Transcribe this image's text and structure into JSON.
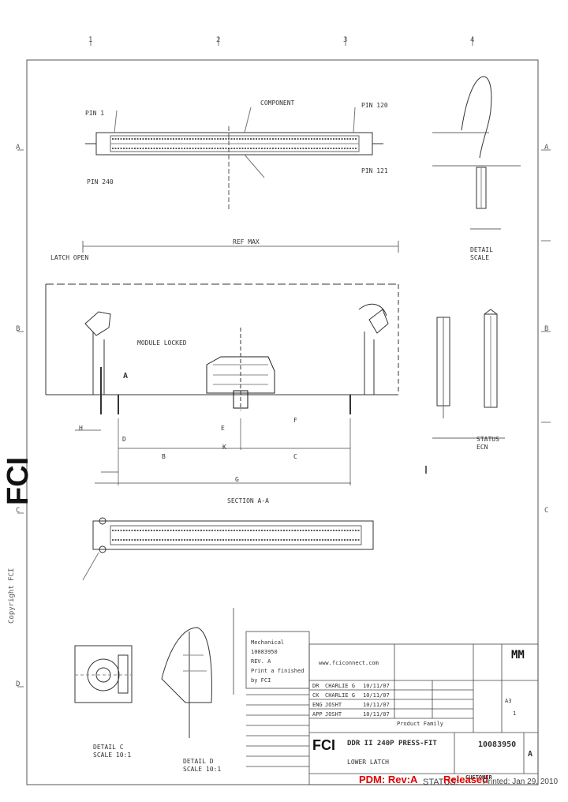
{
  "zones": {
    "top": [
      "1",
      "2",
      "3",
      "4"
    ],
    "side": [
      "A",
      "B",
      "C",
      "D"
    ]
  },
  "top_view": {
    "labels": [
      "COMPONENT",
      "PIN 120",
      "PIN 1",
      "PIN 121",
      "PIN 240"
    ]
  },
  "front_view": {
    "dims": [
      "REF MAX",
      "A",
      "B",
      "C",
      "D",
      "E",
      "F",
      "G",
      "H",
      "K",
      "SECTION A-A"
    ],
    "callouts": [
      "LATCH OPEN",
      "MODULE LOCKED"
    ]
  },
  "side_view": {
    "labels": [
      "DETAIL",
      "SCALE",
      "STATUS",
      "ECN"
    ]
  },
  "bottom_left": {
    "detail_1": "DETAIL C",
    "scale_1": "SCALE 10:1",
    "detail_2": "DETAIL D",
    "scale_2": "SCALE 10:1"
  },
  "notes": {
    "lines": [
      "Mechanical",
      "10083950",
      "REV. A",
      "Print a finished",
      "by FCI"
    ]
  },
  "title_block": {
    "website": "www.fciconnect.com",
    "units": "MM",
    "drawn_rows": [
      [
        "DR",
        "CHARLIE G",
        "10/11/07"
      ],
      [
        "CK",
        "CHARLIE G",
        "10/11/07"
      ],
      [
        "ENG",
        "JOSHT",
        "10/11/07"
      ],
      [
        "APP",
        "JOSHT",
        "10/11/07"
      ]
    ],
    "product_family": "Product Family",
    "title_line1": "DDR II 240P PRESS-FIT",
    "title_line2": "LOWER LATCH",
    "part_number": "10083950",
    "revision": "A",
    "sheet": "1",
    "size": "A3",
    "customer_label": "CUSTOMER",
    "logo": "FCI",
    "pdm_rev": "PDM: Rev:A",
    "status_label": "STATUS:",
    "status_value": "Released",
    "printed": "Printed: Jan 29, 2010"
  },
  "side_branding": {
    "logo": "FCI",
    "copyright": "Copyright FCI"
  }
}
